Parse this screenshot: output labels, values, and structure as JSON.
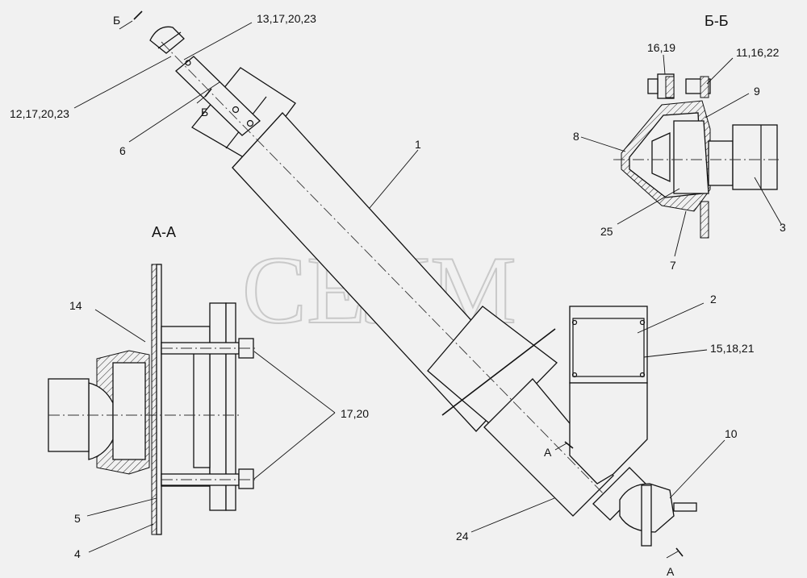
{
  "watermark": "СЕЛМ",
  "section_titles": {
    "aa": "А-А",
    "bb": "Б-Б"
  },
  "cut_marks": {
    "b_top": "Б",
    "b_mid": "Б",
    "a_mid": "А",
    "a_bottom": "А"
  },
  "part_labels": {
    "p1": "1",
    "p2": "2",
    "p3": "3",
    "p4": "4",
    "p5": "5",
    "p6": "6",
    "p7": "7",
    "p8": "8",
    "p9": "9",
    "p10": "10",
    "p11_16_22": "11,16,22",
    "p12_17_20_23": "12,17,20,23",
    "p13_17_20_23": "13,17,20,23",
    "p14": "14",
    "p15_18_21": "15,18,21",
    "p16_19": "16,19",
    "p17_20": "17,20",
    "p24": "24",
    "p25": "25"
  }
}
